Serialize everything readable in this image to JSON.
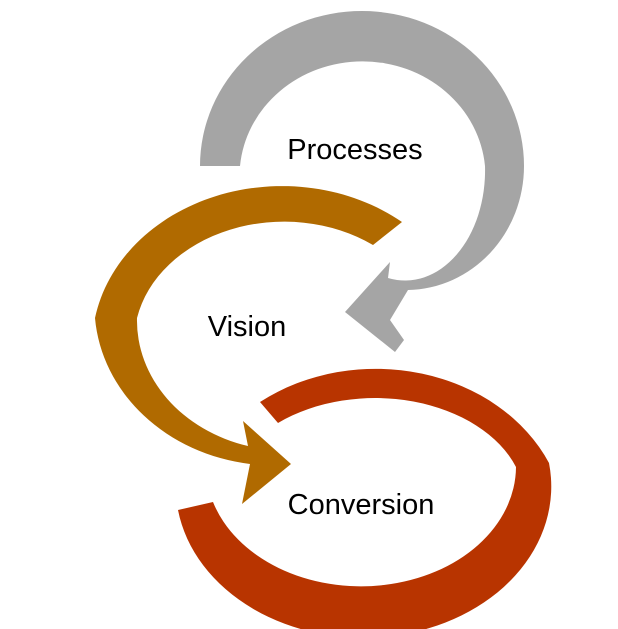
{
  "diagram": {
    "steps": [
      {
        "label": "Processes",
        "color": "#a5a5a5",
        "shape": "arrow"
      },
      {
        "label": "Vision",
        "color": "#b06a00",
        "shape": "arrow"
      },
      {
        "label": "Conversion",
        "color": "#b83400",
        "shape": "ring"
      }
    ]
  }
}
